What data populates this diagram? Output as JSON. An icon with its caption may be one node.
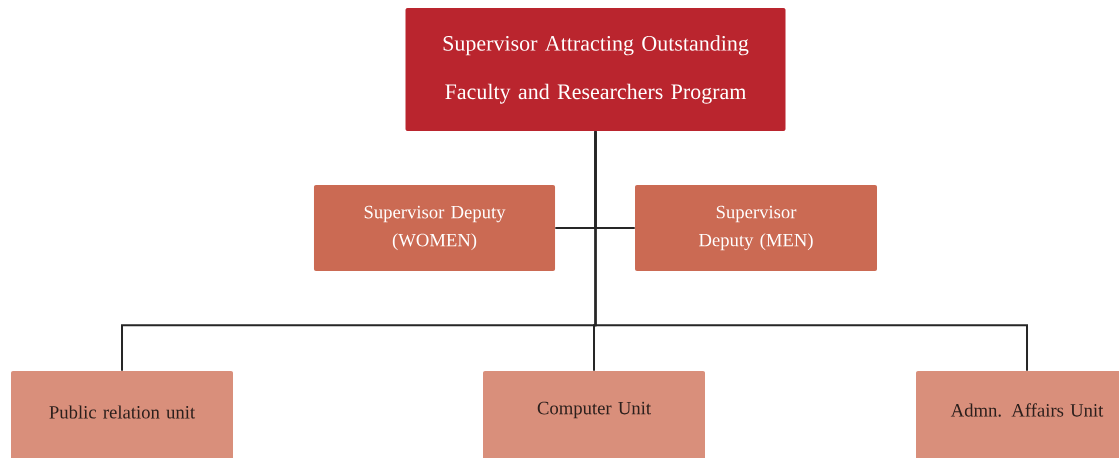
{
  "diagram": {
    "nodes": [
      {
        "text": [
          "Supervisor Attracting Outstanding Faculty and Researchers Program"
        ]
      },
      {
        "text": [
          "Supervisor Deputy (WOMEN)"
        ]
      },
      {
        "text": [
          "Supervisor Deputy (MEN)"
        ]
      },
      {
        "text": [
          "Public relation unit"
        ]
      },
      {
        "text": [
          "Computer Unit"
        ]
      },
      {
        "text": [
          "Admn. Affairs Unit"
        ]
      }
    ],
    "edges": [
      {
        "from": 0,
        "to": 1,
        "arrow": "none"
      },
      {
        "from": 0,
        "to": 2,
        "arrow": "none"
      },
      {
        "from": 0,
        "to": 3,
        "arrow": "none"
      },
      {
        "from": 0,
        "to": 4,
        "arrow": "none"
      },
      {
        "from": 0,
        "to": 5,
        "arrow": "none"
      }
    ]
  }
}
